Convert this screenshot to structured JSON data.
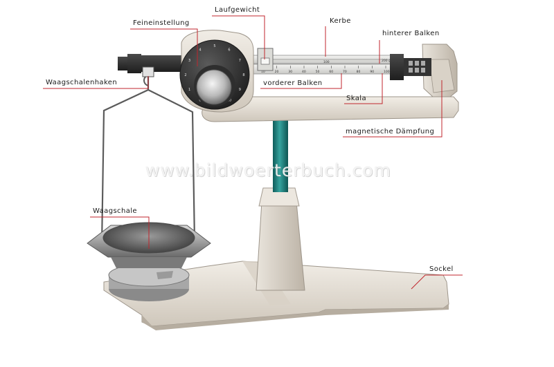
{
  "labels": {
    "feineinstellung": "Feineinstellung",
    "laufgewicht": "Laufgewicht",
    "kerbe": "Kerbe",
    "hinterer_balken": "hinterer Balken",
    "waagschalenhaken": "Waagschalenhaken",
    "vorderer_balken": "vorderer Balken",
    "skala": "Skala",
    "magnetische_daempfung": "magnetische Dämpfung",
    "waagschale": "Waagschale",
    "sockel": "Sockel"
  },
  "scale": {
    "rear_beam_max": "200 g",
    "rear_beam_mark": "100",
    "front_ticks": [
      "10",
      "20",
      "30",
      "40",
      "50",
      "60",
      "70",
      "80",
      "90",
      "100 g"
    ],
    "dial_ticks": [
      "0",
      "1",
      "2",
      "3",
      "4",
      "5",
      "6",
      "7",
      "8",
      "9",
      "10"
    ]
  },
  "watermark": "www.bildwoerterbuch.com",
  "colors": {
    "leader_line": "#c0262d",
    "casting": "#e3ddd3",
    "pillar": "#1f8a86",
    "dial": "#3a3a3a"
  }
}
